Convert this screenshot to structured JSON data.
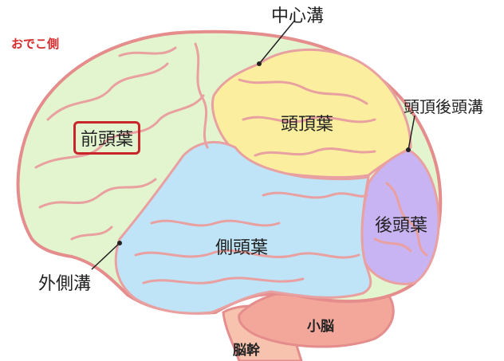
{
  "labels": {
    "forehead": "おでこ側",
    "central_sulcus": "中心溝",
    "parieto_occipital_sulcus": "頭頂後頭溝",
    "frontal_lobe": "前頭葉",
    "parietal_lobe": "頭頂葉",
    "occipital_lobe": "後頭葉",
    "temporal_lobe": "側頭葉",
    "lateral_sulcus": "外側溝",
    "cerebellum": "小脳",
    "brainstem": "脳幹"
  },
  "colors": {
    "frontal": "#e3f5cf",
    "parietal": "#fbef9f",
    "occipital": "#c9b4f3",
    "temporal": "#bfe3f7",
    "cerebellum": "#f2a79a",
    "brainstem": "#f7c3ae",
    "gyri_line": "#e9a0a0",
    "outline": "#e58c8c",
    "highlight_box": "#c8262a"
  }
}
